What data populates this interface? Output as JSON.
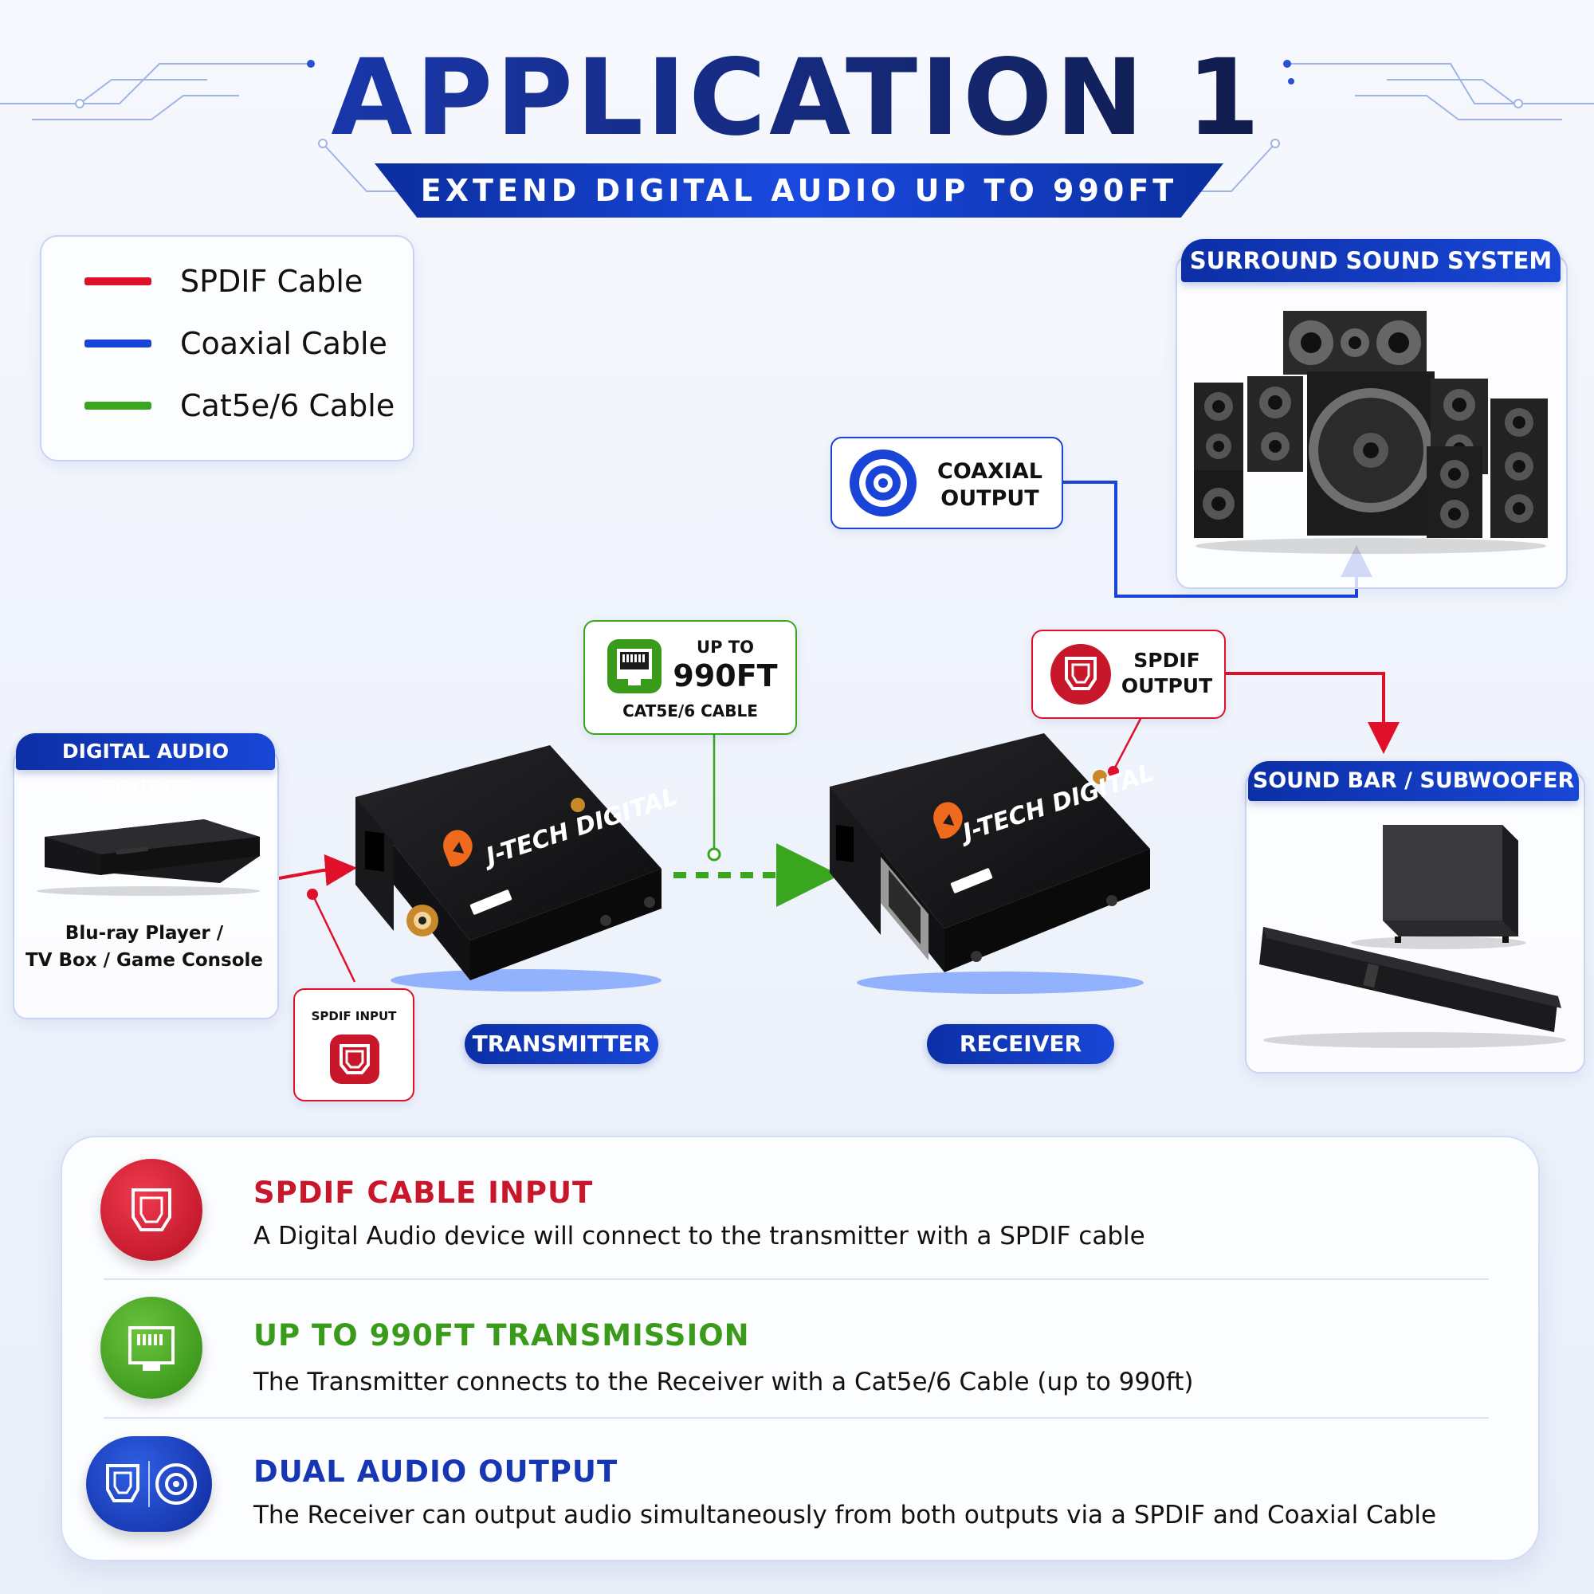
{
  "header": {
    "title": "APPLICATION 1",
    "subtitle": "EXTEND DIGITAL AUDIO UP TO 990FT"
  },
  "legend": {
    "items": [
      {
        "label": "SPDIF Cable",
        "color": "#e0102a"
      },
      {
        "label": "Coaxial Cable",
        "color": "#1a44d8"
      },
      {
        "label": "Cat5e/6 Cable",
        "color": "#3aa51f"
      }
    ]
  },
  "colors": {
    "spdif": "#e0102a",
    "coax": "#1a44d8",
    "cat": "#3aa51f",
    "brand_blue": "#1a3fc6",
    "brand_orange": "#f06a1e"
  },
  "source": {
    "pill": "DIGITAL AUDIO SOURCE",
    "caption_line1": "Blu-ray Player /",
    "caption_line2": "TV Box / Game Console"
  },
  "spdif_input": {
    "label": "SPDIF INPUT"
  },
  "cable_callout": {
    "line1": "UP TO",
    "line2": "990FT",
    "line3": "CAT5E/6 CABLE"
  },
  "transmitter": {
    "pill": "TRANSMITTER",
    "brand": "J-TECH DIGITAL"
  },
  "receiver": {
    "pill": "RECEIVER",
    "brand": "J-TECH DIGITAL"
  },
  "spdif_output": {
    "line1": "SPDIF",
    "line2": "OUTPUT"
  },
  "coaxial_output": {
    "line1": "COAXIAL",
    "line2": "OUTPUT"
  },
  "surround": {
    "pill": "SURROUND SOUND SYSTEM"
  },
  "soundbar": {
    "pill": "SOUND BAR / SUBWOOFER"
  },
  "features": [
    {
      "title": "SPDIF CABLE INPUT",
      "desc": "A Digital Audio device will connect to the transmitter with a SPDIF cable",
      "color": "#c8162a",
      "icon": "spdif-port-icon"
    },
    {
      "title": "UP TO 990FT TRANSMISSION",
      "desc": "The Transmitter connects to the Receiver with a Cat5e/6 Cable (up to 990ft)",
      "color": "#3a9a1a",
      "icon": "ethernet-port-icon"
    },
    {
      "title": "DUAL AUDIO OUTPUT",
      "desc": "The Receiver can output audio simultaneously from both outputs via a SPDIF and Coaxial Cable",
      "color": "#1636b4",
      "icon": "spdif-coax-icon"
    }
  ]
}
